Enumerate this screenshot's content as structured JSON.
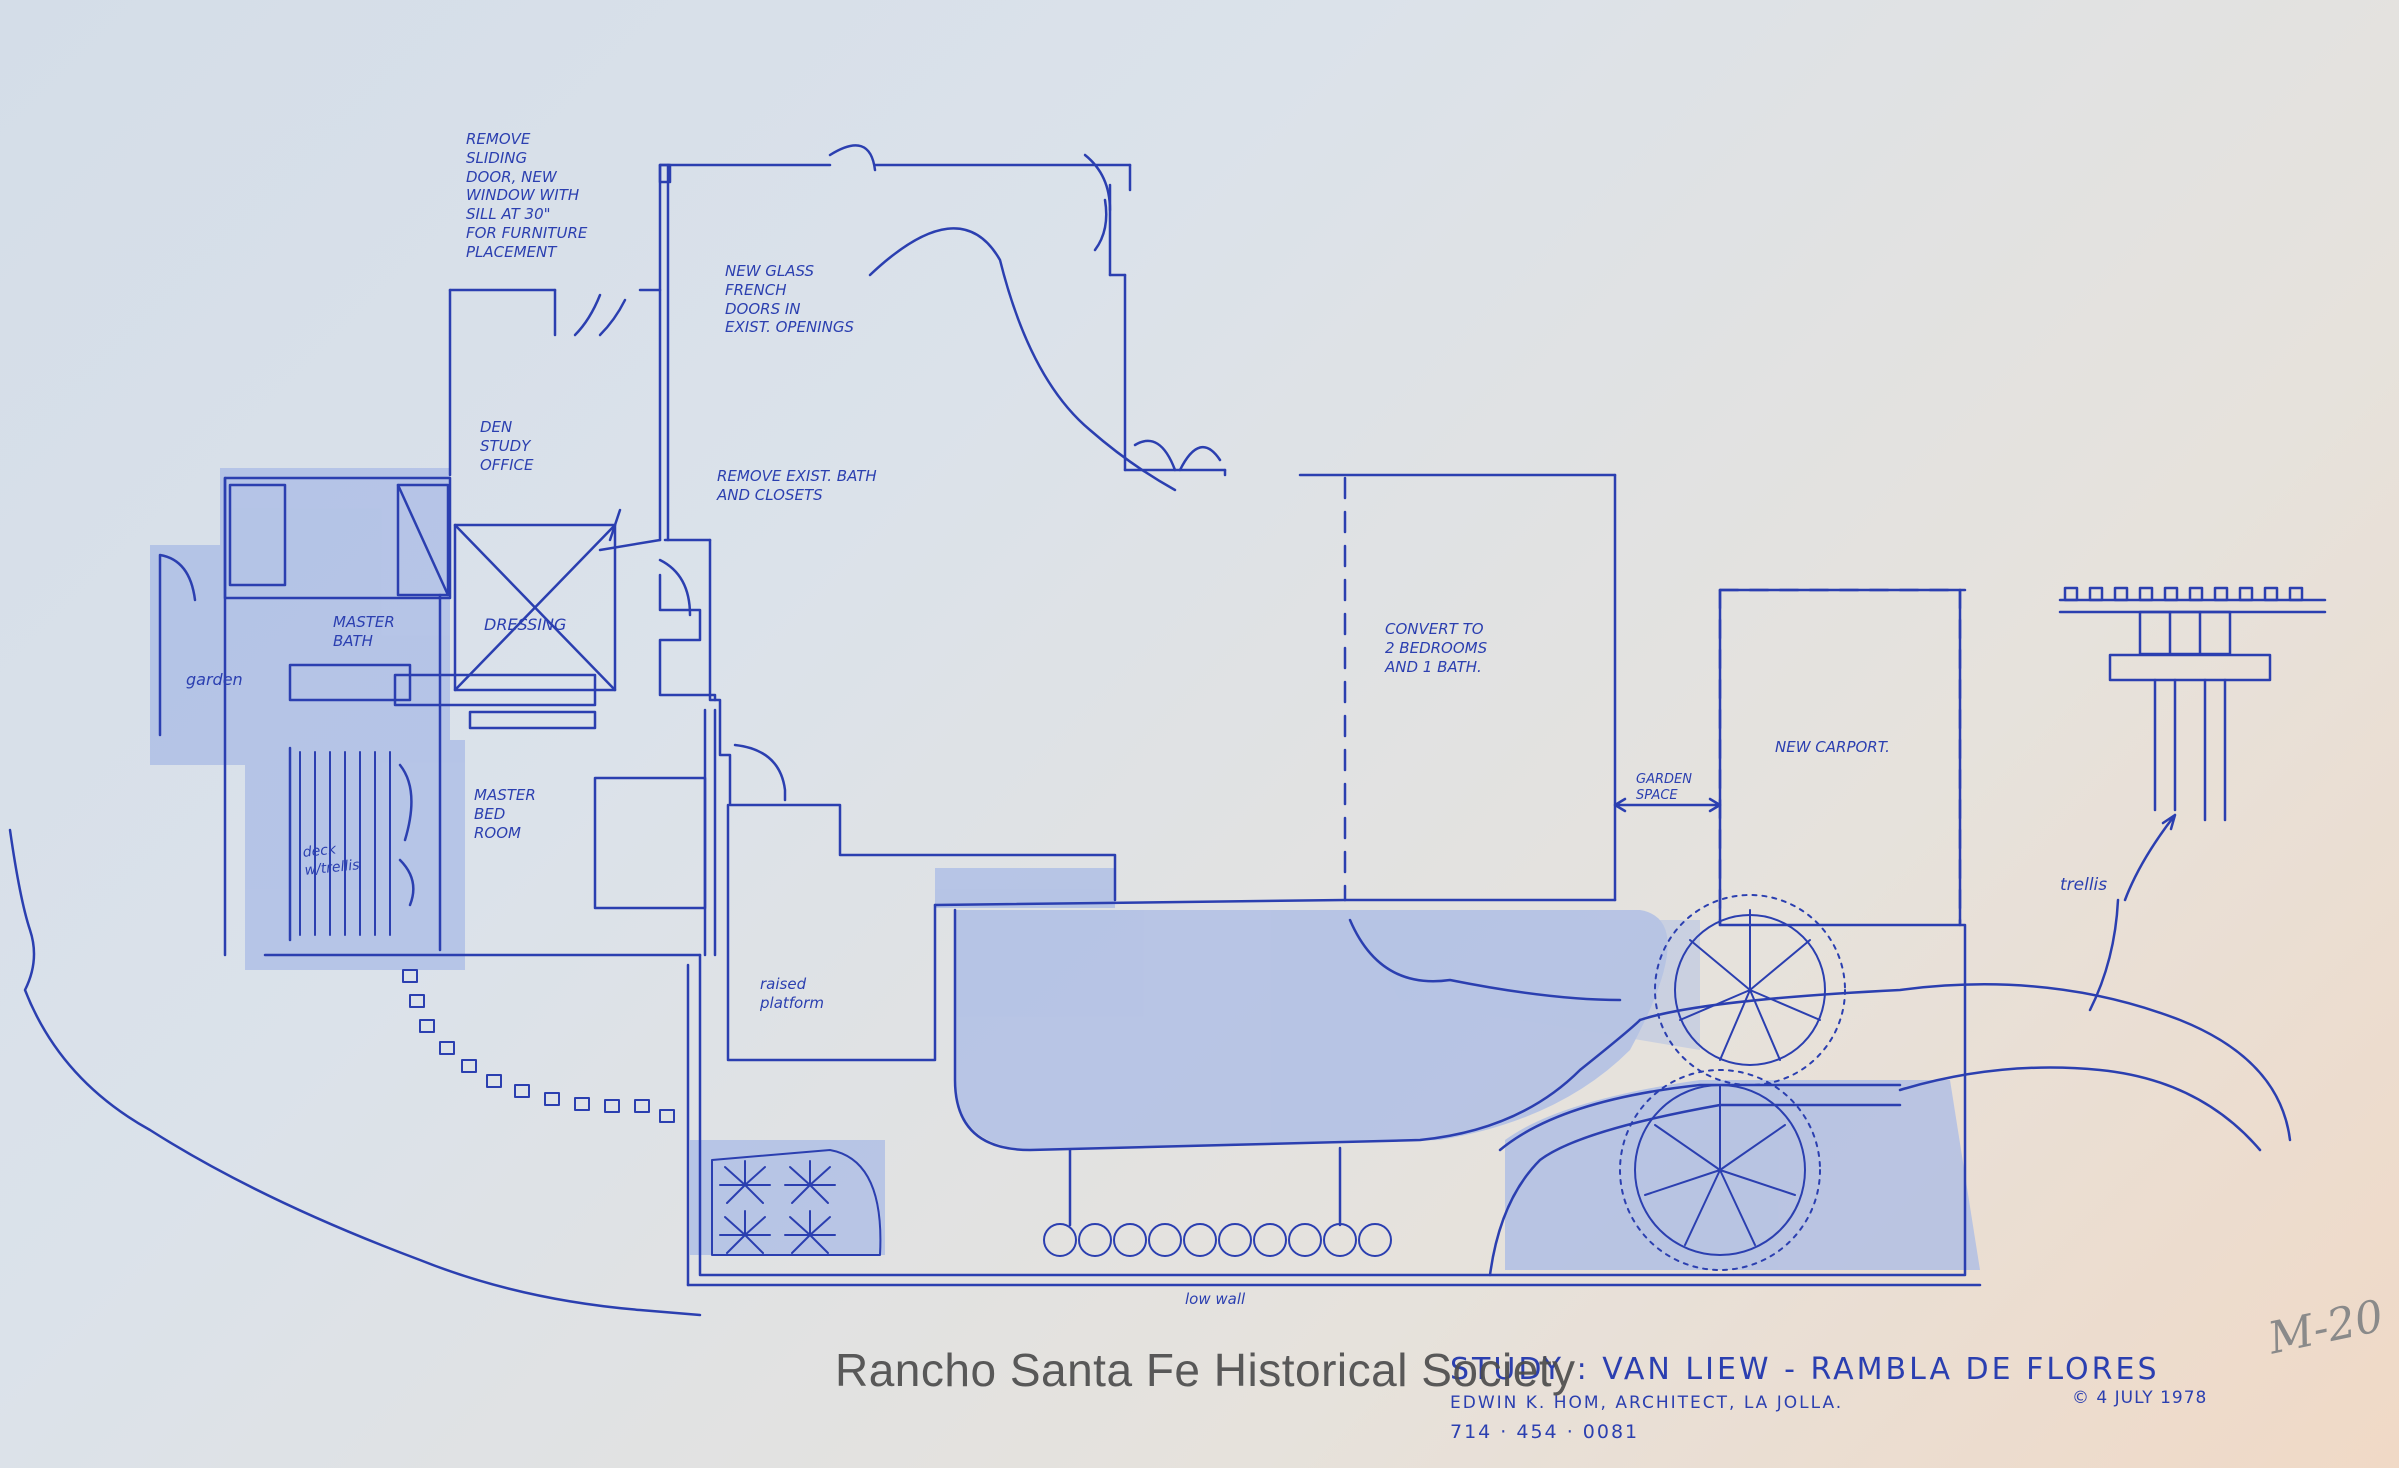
{
  "notes": {
    "remove_sliding": "REMOVE\nSLIDING\nDOOR, NEW\nWINDOW WITH\nSILL AT 30\"\nFOR FURNITURE\nPLACEMENT",
    "new_glass": "NEW GLASS\nFRENCH\nDOORS IN\nEXIST. OPENINGS",
    "den": "DEN\nSTUDY\nOFFICE",
    "remove_bath": "REMOVE EXIST. BATH\nAND CLOSETS",
    "master_bath": "MASTER\nBATH",
    "dressing": "DRESSING",
    "garden": "garden",
    "master_bed": "MASTER\nBED\nROOM",
    "deck": "deck\nw/trellis",
    "convert": "CONVERT TO\n2 BEDROOMS\nAND 1 BATH.",
    "new_carport": "NEW CARPORT.",
    "garden_space": "GARDEN\nSPACE",
    "trellis": "trellis",
    "raised_platform": "raised\nplatform",
    "low_wall": "low wall"
  },
  "title_block": {
    "title": "STUDY : VAN LIEW - RAMBLA DE FLORES",
    "architect": "EDWIN K. HOM, ARCHITECT, LA JOLLA.",
    "phone": "714 · 454 · 0081",
    "date": "© 4 JULY 1978",
    "sheet_number": "M-20"
  },
  "watermark": "Rancho Santa Fe Historical Society",
  "colors": {
    "ink": "#2b3fb0",
    "shade": "#9fb3e3",
    "paper_blue": "#d4dde8",
    "paper_warm": "#f0d9c6"
  }
}
